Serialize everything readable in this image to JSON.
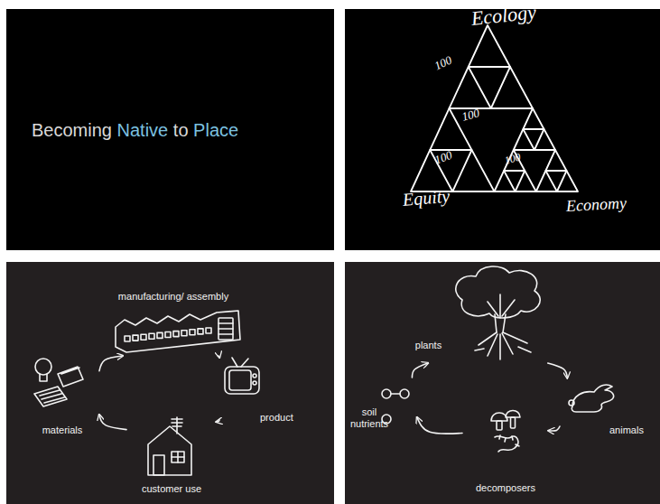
{
  "diagram": {
    "nodes": [
      {
        "text": [
          "manufacturing/ assembly"
        ]
      },
      {
        "text": [
          "product"
        ]
      },
      {
        "text": [
          "customer use"
        ]
      },
      {
        "text": [
          "materials"
        ]
      },
      {
        "text": [
          "plants"
        ]
      },
      {
        "text": [
          "animals"
        ]
      },
      {
        "text": [
          "decomposers"
        ]
      },
      {
        "text": [
          "soil nutrients"
        ]
      }
    ],
    "edges": [
      {
        "from": 3,
        "to": 0,
        "arrow": "to"
      },
      {
        "from": 0,
        "to": 1,
        "arrow": "to"
      },
      {
        "from": 1,
        "to": 2,
        "arrow": "to"
      },
      {
        "from": 2,
        "to": 3,
        "arrow": "to"
      },
      {
        "from": 4,
        "to": 5,
        "arrow": "to"
      },
      {
        "from": 5,
        "to": 6,
        "arrow": "to"
      },
      {
        "from": 6,
        "to": 7,
        "arrow": "to"
      },
      {
        "from": 7,
        "to": 4,
        "arrow": "to"
      }
    ],
    "labels": [
      "Becoming",
      "Native",
      "to",
      "Place",
      "Ecology",
      "100",
      "100",
      "100",
      "100",
      "Equity",
      "Economy"
    ]
  }
}
